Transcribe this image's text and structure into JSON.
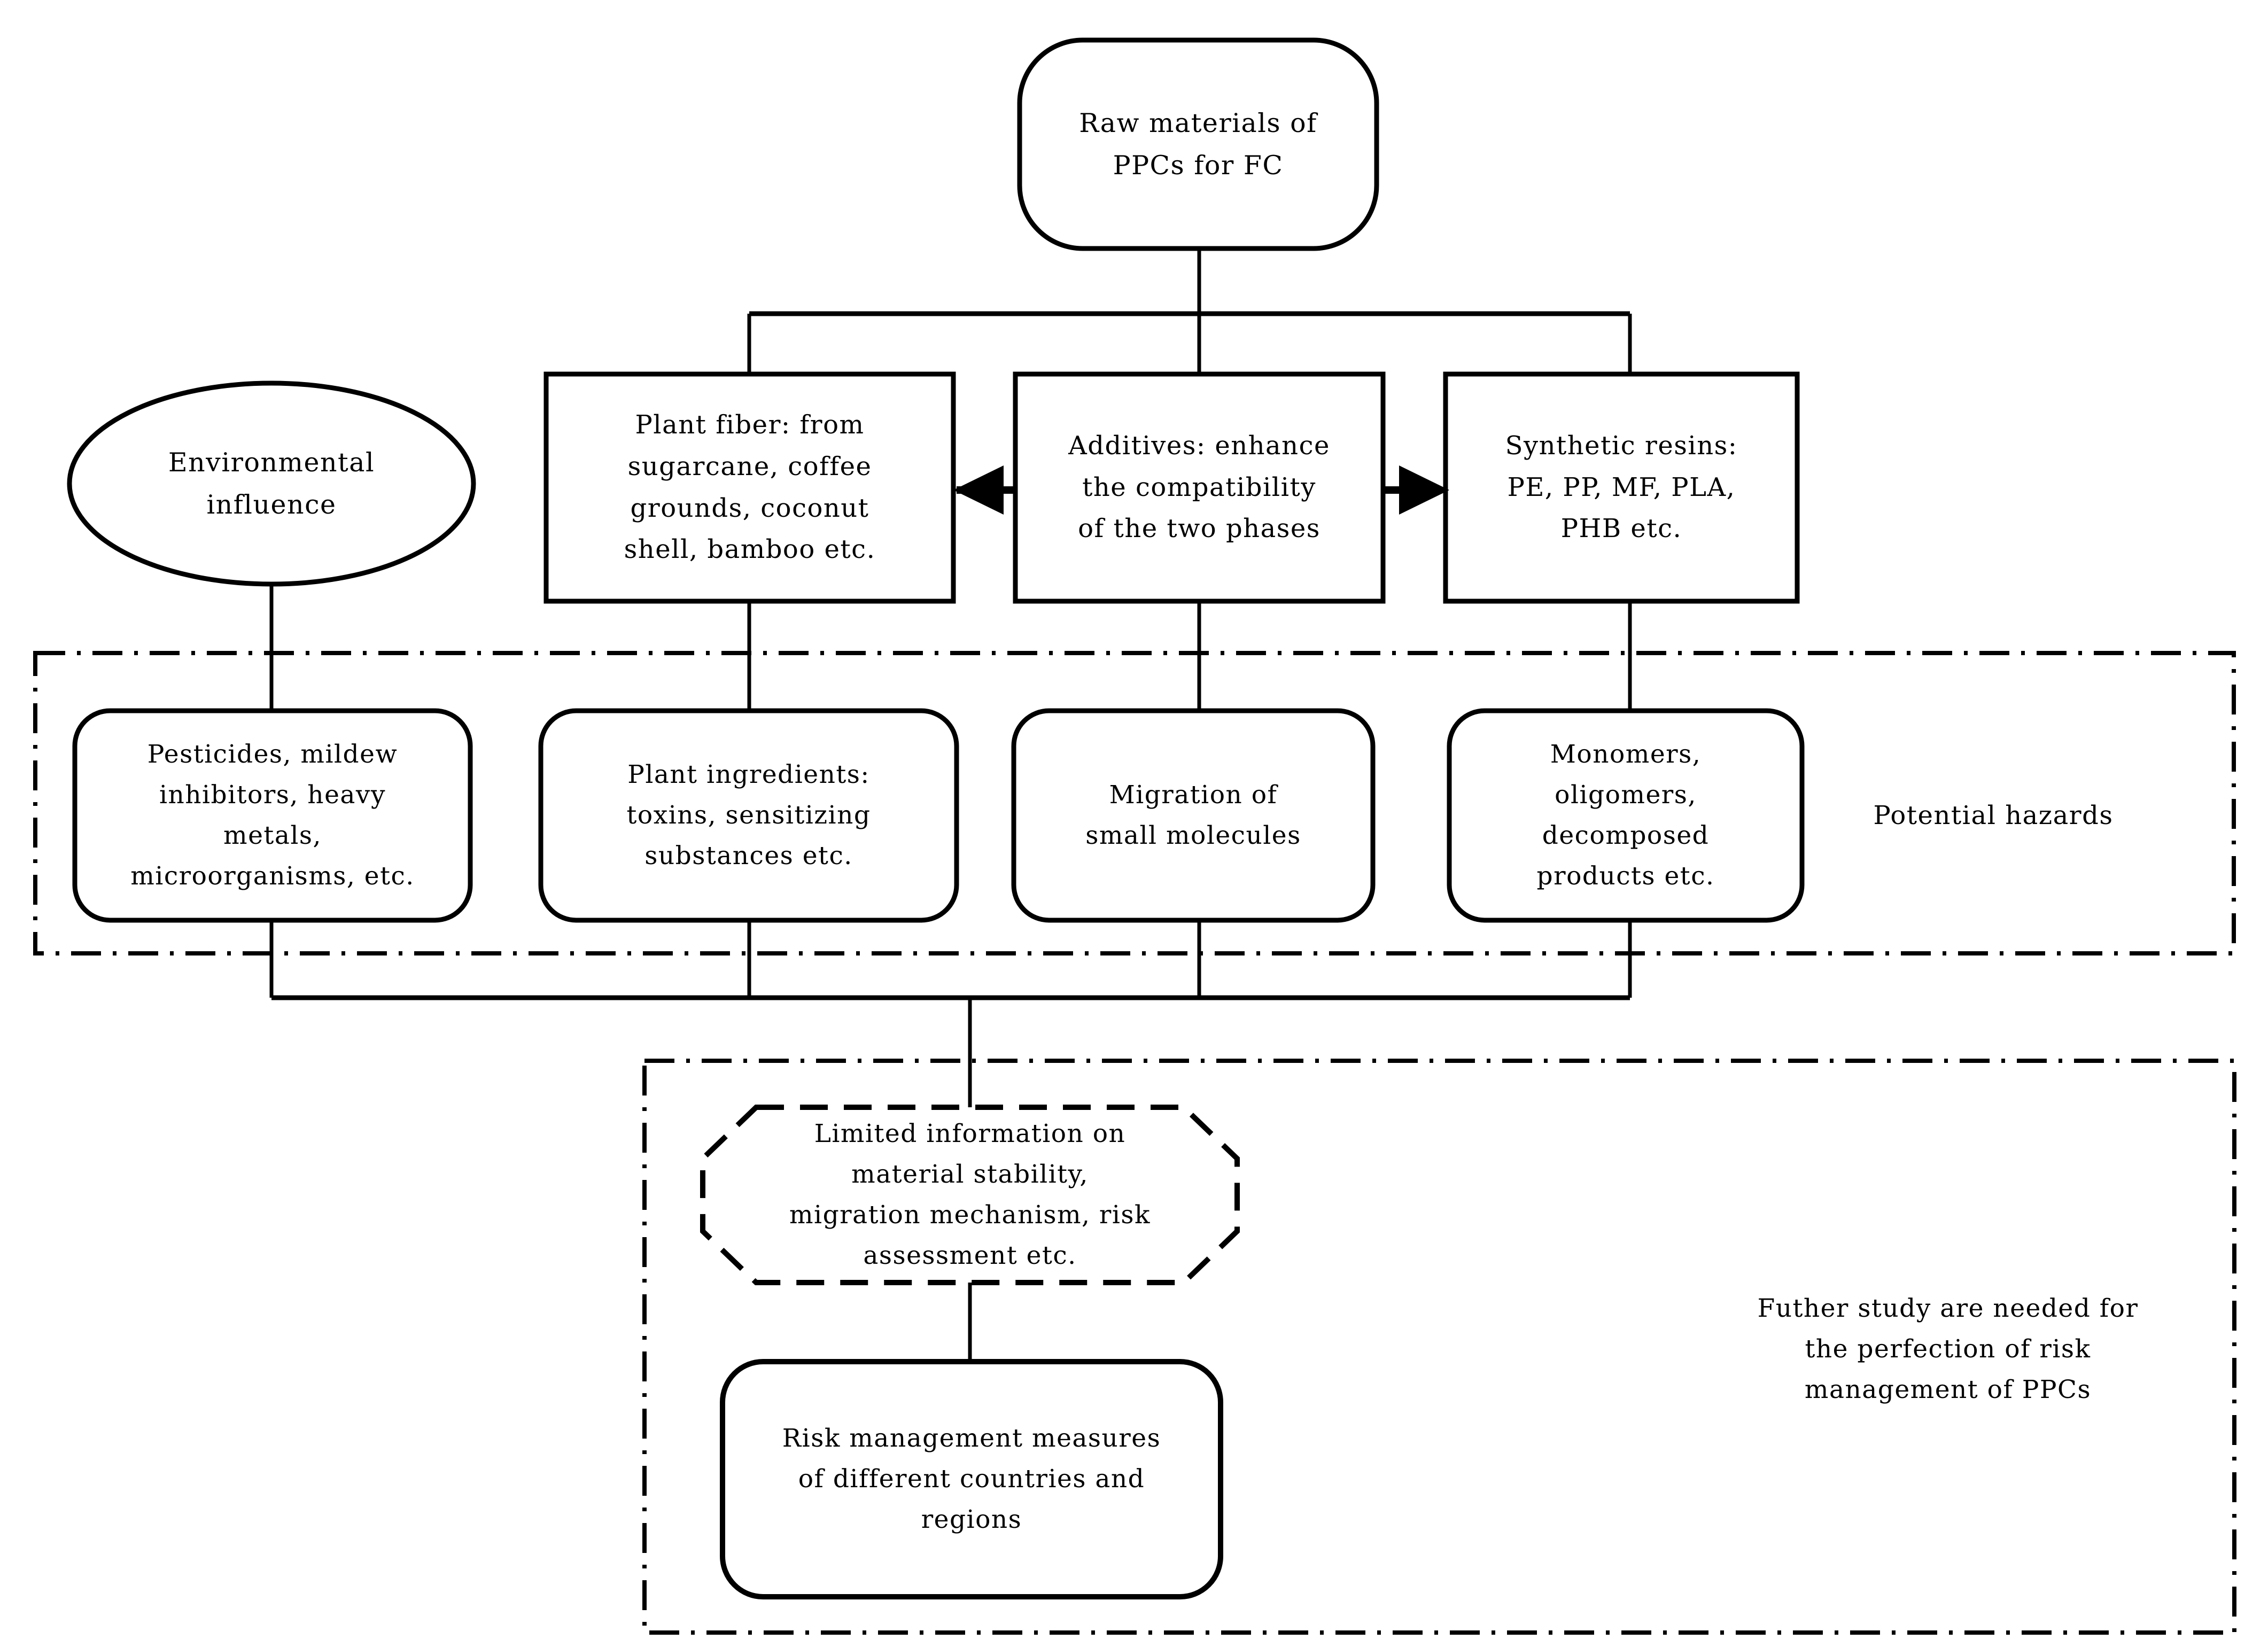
{
  "diagram": {
    "title": "Raw materials of PPCs for FC flowchart",
    "stroke_color": "#000000",
    "background_color": "#ffffff"
  },
  "nodes": {
    "raw_materials": {
      "label": "Raw materials of\nPPCs for FC",
      "shape": "rounded-rect"
    },
    "environmental_influence": {
      "label": "Environmental\ninfluence",
      "shape": "ellipse"
    },
    "plant_fiber": {
      "label": "Plant fiber: from\nsugarcane, coffee\ngrounds,  coconut\nshell,  bamboo etc.",
      "shape": "rect"
    },
    "additives": {
      "label": "Additives: enhance\nthe compatibility\nof the two phases",
      "shape": "rect"
    },
    "synthetic_resins": {
      "label": "Synthetic resins:\nPE, PP, MF, PLA,\nPHB etc.",
      "shape": "rect"
    },
    "pesticides": {
      "label": "Pesticides, mildew\ninhibitors, heavy\nmetals,\nmicroorganisms, etc.",
      "shape": "rounded-rect"
    },
    "plant_ingredients": {
      "label": "Plant ingredients:\ntoxins,  sensitizing\nsubstances etc.",
      "shape": "rounded-rect"
    },
    "migration": {
      "label": "Migration of\nsmall molecules",
      "shape": "rounded-rect"
    },
    "monomers": {
      "label": "Monomers,\noligomers,\ndecomposed\nproducts etc.",
      "shape": "rounded-rect"
    },
    "limited_information": {
      "label": "Limited information on\nmaterial stability,\nmigration mechanism, risk\nassessment etc.",
      "shape": "octagon-dashed"
    },
    "risk_management": {
      "label": "Risk management measures\nof different countries and\nregions",
      "shape": "rounded-rect"
    }
  },
  "groups": {
    "potential_hazards": {
      "label": "Potential hazards",
      "border_style": "dash-dot"
    },
    "further_study": {
      "label": "Futher study are needed for\nthe perfection of risk\nmanagement of PPCs",
      "border_style": "dash-dot"
    }
  },
  "edges": [
    {
      "from": "raw_materials",
      "to": "plant_fiber",
      "type": "line"
    },
    {
      "from": "raw_materials",
      "to": "additives",
      "type": "line"
    },
    {
      "from": "raw_materials",
      "to": "synthetic_resins",
      "type": "line"
    },
    {
      "from": "additives",
      "to": "plant_fiber",
      "type": "arrow-left"
    },
    {
      "from": "additives",
      "to": "synthetic_resins",
      "type": "arrow-right"
    },
    {
      "from": "environmental_influence",
      "to": "pesticides",
      "type": "line"
    },
    {
      "from": "plant_fiber",
      "to": "plant_ingredients",
      "type": "line"
    },
    {
      "from": "additives",
      "to": "migration",
      "type": "line"
    },
    {
      "from": "synthetic_resins",
      "to": "monomers",
      "type": "line"
    },
    {
      "from": "hazards_bus",
      "to": "limited_information",
      "type": "line"
    },
    {
      "from": "limited_information",
      "to": "risk_management",
      "type": "line"
    }
  ]
}
